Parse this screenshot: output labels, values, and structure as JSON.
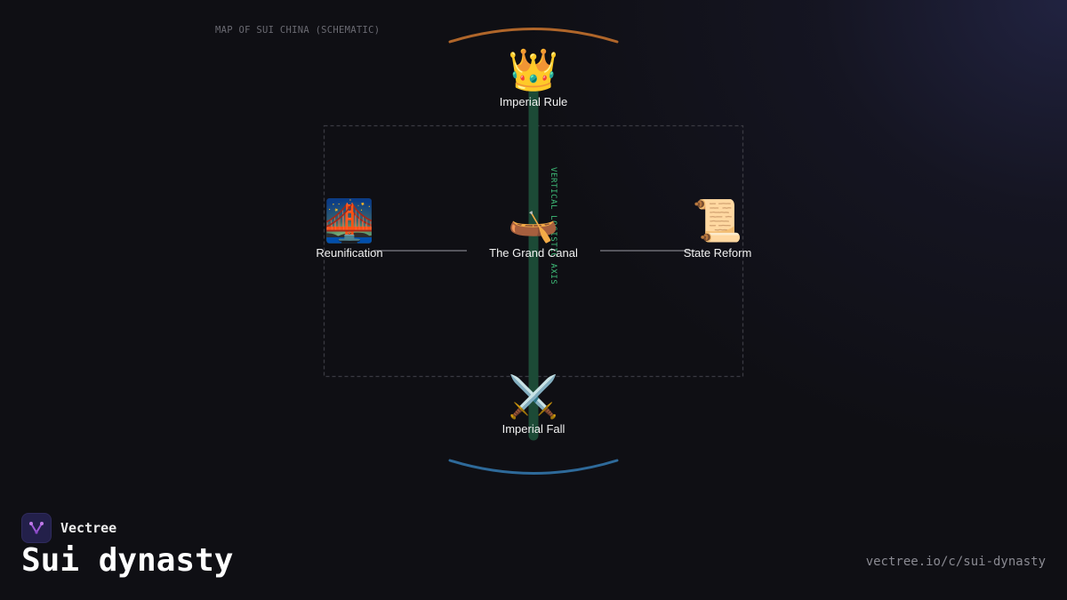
{
  "diagram": {
    "caption": "MAP OF SUI CHINA (SCHEMATIC)",
    "axis_label": "VERTICAL LOGISTIC AXIS",
    "colors": {
      "top_arc": "#b0662a",
      "bottom_arc": "#2e6a9a",
      "axis": "#1c4a36",
      "connector": "#55555c",
      "frame": "#3a3a42"
    },
    "nodes": {
      "top": {
        "emoji": "👑",
        "icon": "crown-icon",
        "label": "Imperial Rule"
      },
      "left": {
        "emoji": "🌉",
        "icon": "bridge-at-night-icon",
        "label": "Reunification"
      },
      "center": {
        "emoji": "🛶",
        "icon": "canoe-icon",
        "label": "The Grand Canal"
      },
      "right": {
        "emoji": "📜",
        "icon": "scroll-icon",
        "label": "State Reform"
      },
      "bottom": {
        "emoji": "⚔️",
        "icon": "crossed-swords-icon",
        "label": "Imperial Fall"
      }
    }
  },
  "footer": {
    "brand": "Vectree",
    "title": "Sui dynasty",
    "url": "vectree.io/c/sui-dynasty"
  }
}
